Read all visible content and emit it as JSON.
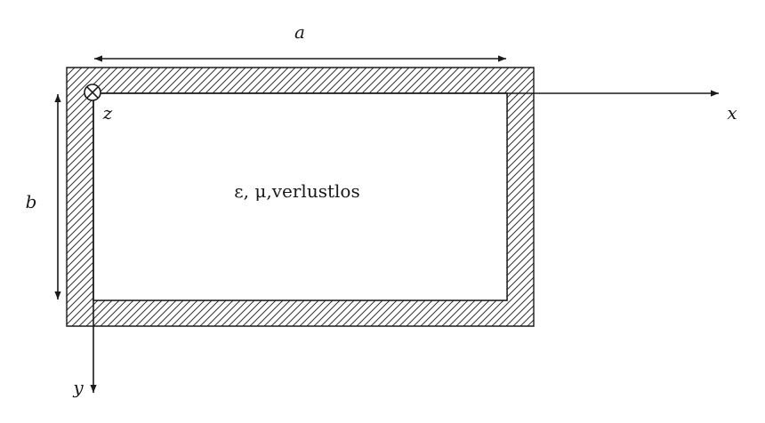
{
  "labels": {
    "width": "a",
    "height": "b",
    "x_axis": "x",
    "y_axis": "y",
    "z_axis": "z",
    "medium": "ε, μ,verlustlos"
  },
  "colors": {
    "stroke": "#1a1a1a",
    "hatch": "#333333",
    "background": "#ffffff"
  },
  "icons": {
    "z_direction": "circled-cross-icon"
  }
}
